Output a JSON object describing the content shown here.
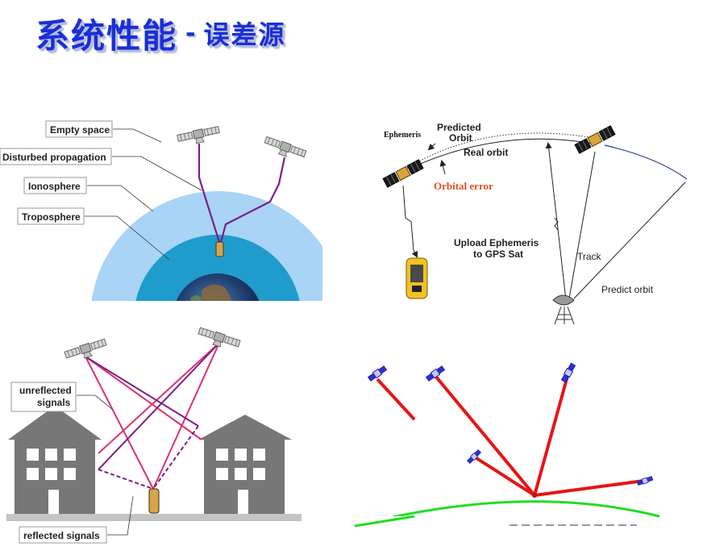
{
  "title": {
    "main": "系统性能",
    "separator": "-",
    "sub": "误差源"
  },
  "panel_atmosphere": {
    "labels": [
      "Empty space",
      "Disturbed propagation",
      "Ionosphere",
      "Troposphere"
    ]
  },
  "panel_orbit": {
    "ephemeris": "Ephemeris",
    "predicted_orbit_line1": "Predicted",
    "predicted_orbit_line2": "Orbit",
    "real_orbit": "Real orbit",
    "orbital_error": "Orbital error",
    "upload_line1": "Upload Ephemeris",
    "upload_line2": "to GPS Sat",
    "track": "Track",
    "predict_orbit": "Predict orbit"
  },
  "panel_multipath": {
    "unreflected_line1": "unreflected",
    "unreflected_line2": "signals",
    "reflected": "reflected signals"
  },
  "colors": {
    "title_blue": "#1a2fd6",
    "iono_blue": "#a9d4f5",
    "tropo_blue": "#1f9ccc",
    "signal_purple": "#7b1f8c",
    "signal_pink": "#e0306a",
    "building_gray": "#777777",
    "geometry_red": "#e81414",
    "earth_green": "#22dd22",
    "orbital_error_red": "#e0501e"
  }
}
